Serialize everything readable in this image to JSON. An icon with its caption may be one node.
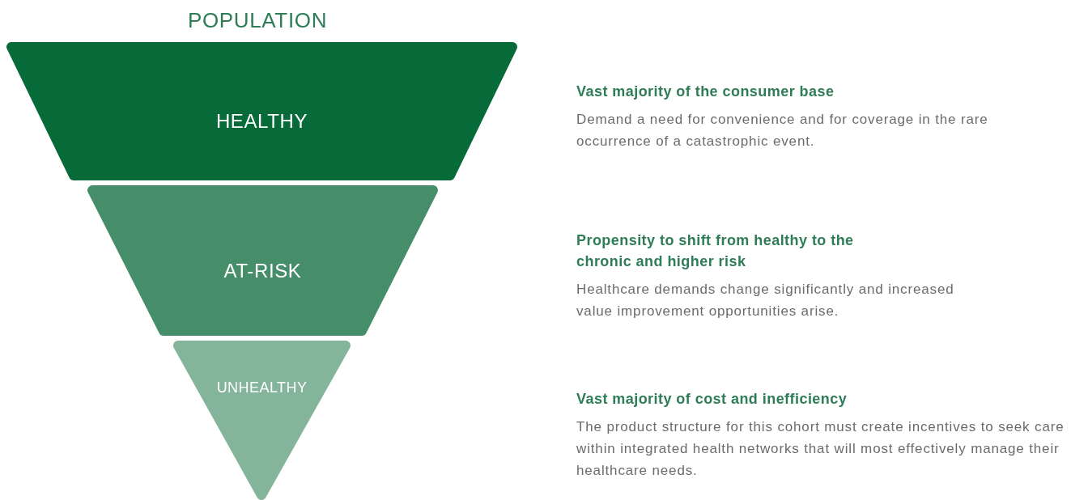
{
  "diagram": {
    "title": "POPULATION",
    "nodes": [
      {
        "text": [
          "HEALTHY"
        ],
        "beside": [
          "Vast majority of the consumer base",
          "Demand a need for convenience and for coverage in the rare occurrence of a catastrophic event."
        ]
      },
      {
        "text": [
          "AT-RISK"
        ],
        "beside": [
          "Propensity to shift from healthy to the chronic and higher risk",
          "Healthcare demands change significantly and increased value improvement opportunities arise."
        ]
      },
      {
        "text": [
          "UNHEALTHY"
        ],
        "beside": [
          "Vast majority of cost and inefficiency",
          "The product structure for this cohort must create incentives to seek care within integrated health networks that will most effectively manage their healthcare needs."
        ]
      }
    ]
  }
}
